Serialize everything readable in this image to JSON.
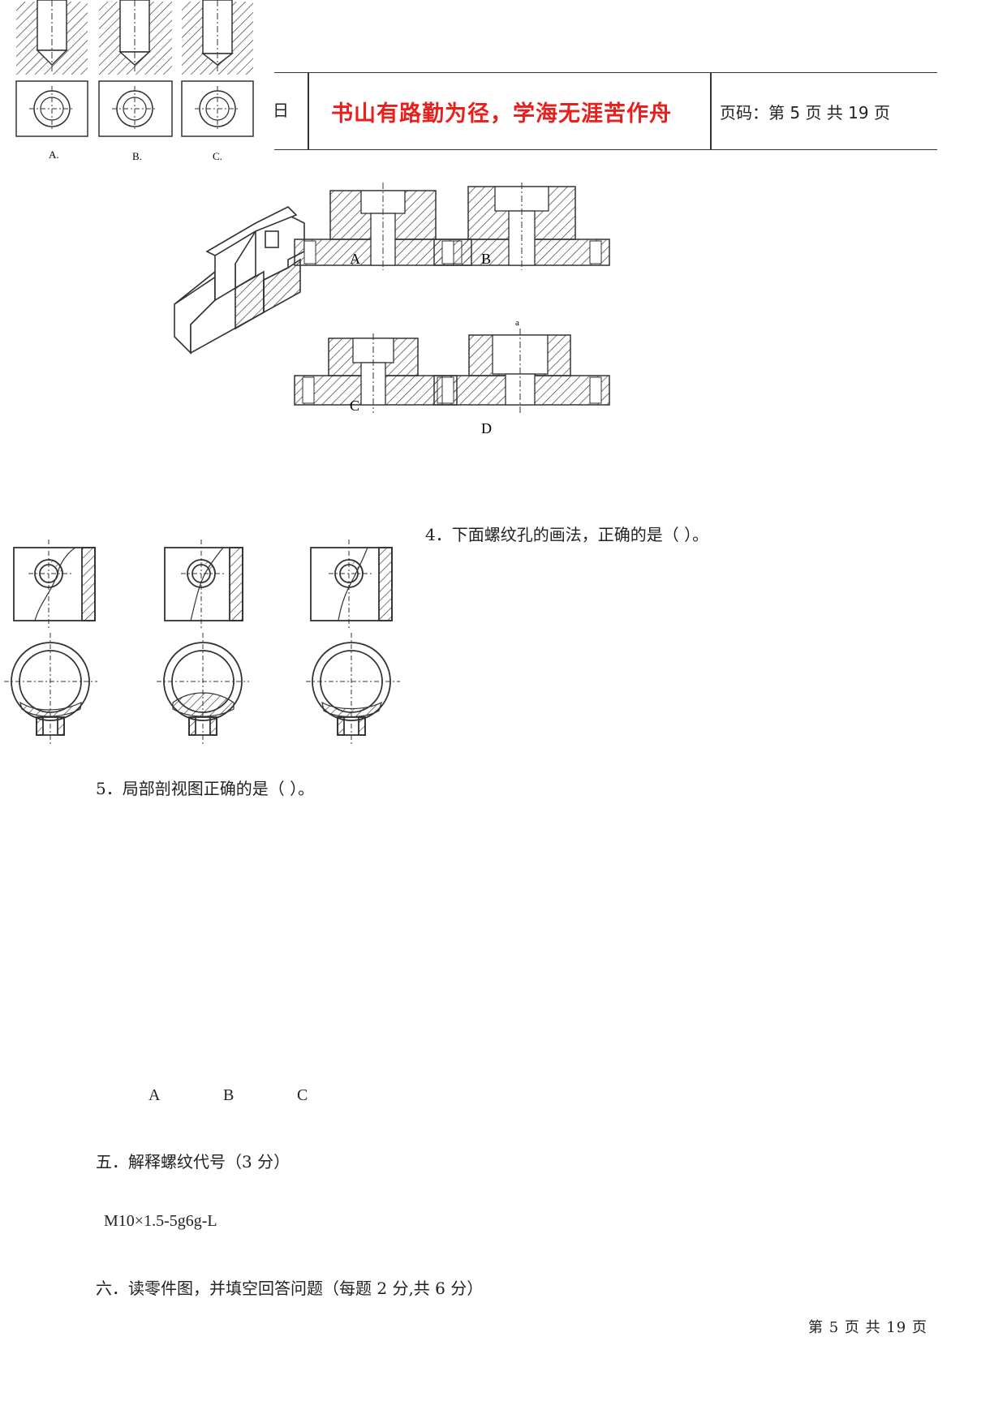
{
  "header": {
    "date_fragment": "日",
    "motto": "书山有路勤为径，学海无涯苦作舟",
    "page_label": "页码：第",
    "page_num": "5",
    "page_mid": "页  共",
    "page_total": "19",
    "page_end": "页"
  },
  "fig_threads_top": {
    "labels": [
      "A.",
      "B.",
      "C."
    ]
  },
  "fig_sections": {
    "labels": [
      "A",
      "B",
      "C",
      "D"
    ],
    "note": "a"
  },
  "fig_threaded_hole": {},
  "questions": {
    "q4": "4．下面螺纹孔的画法，正确的是（    ）。",
    "q5": "5．局部剖视图正确的是（    ）。",
    "q5_choices": [
      "A",
      "B",
      "C"
    ],
    "section5": "五．解释螺纹代号（3 分）",
    "thread_code": "M10×1.5-5g6g-L",
    "section6": "六．读零件图，并填空回答问题（每题 2 分,共 6 分）"
  },
  "footer": {
    "text": "第 5 页 共 19 页"
  }
}
